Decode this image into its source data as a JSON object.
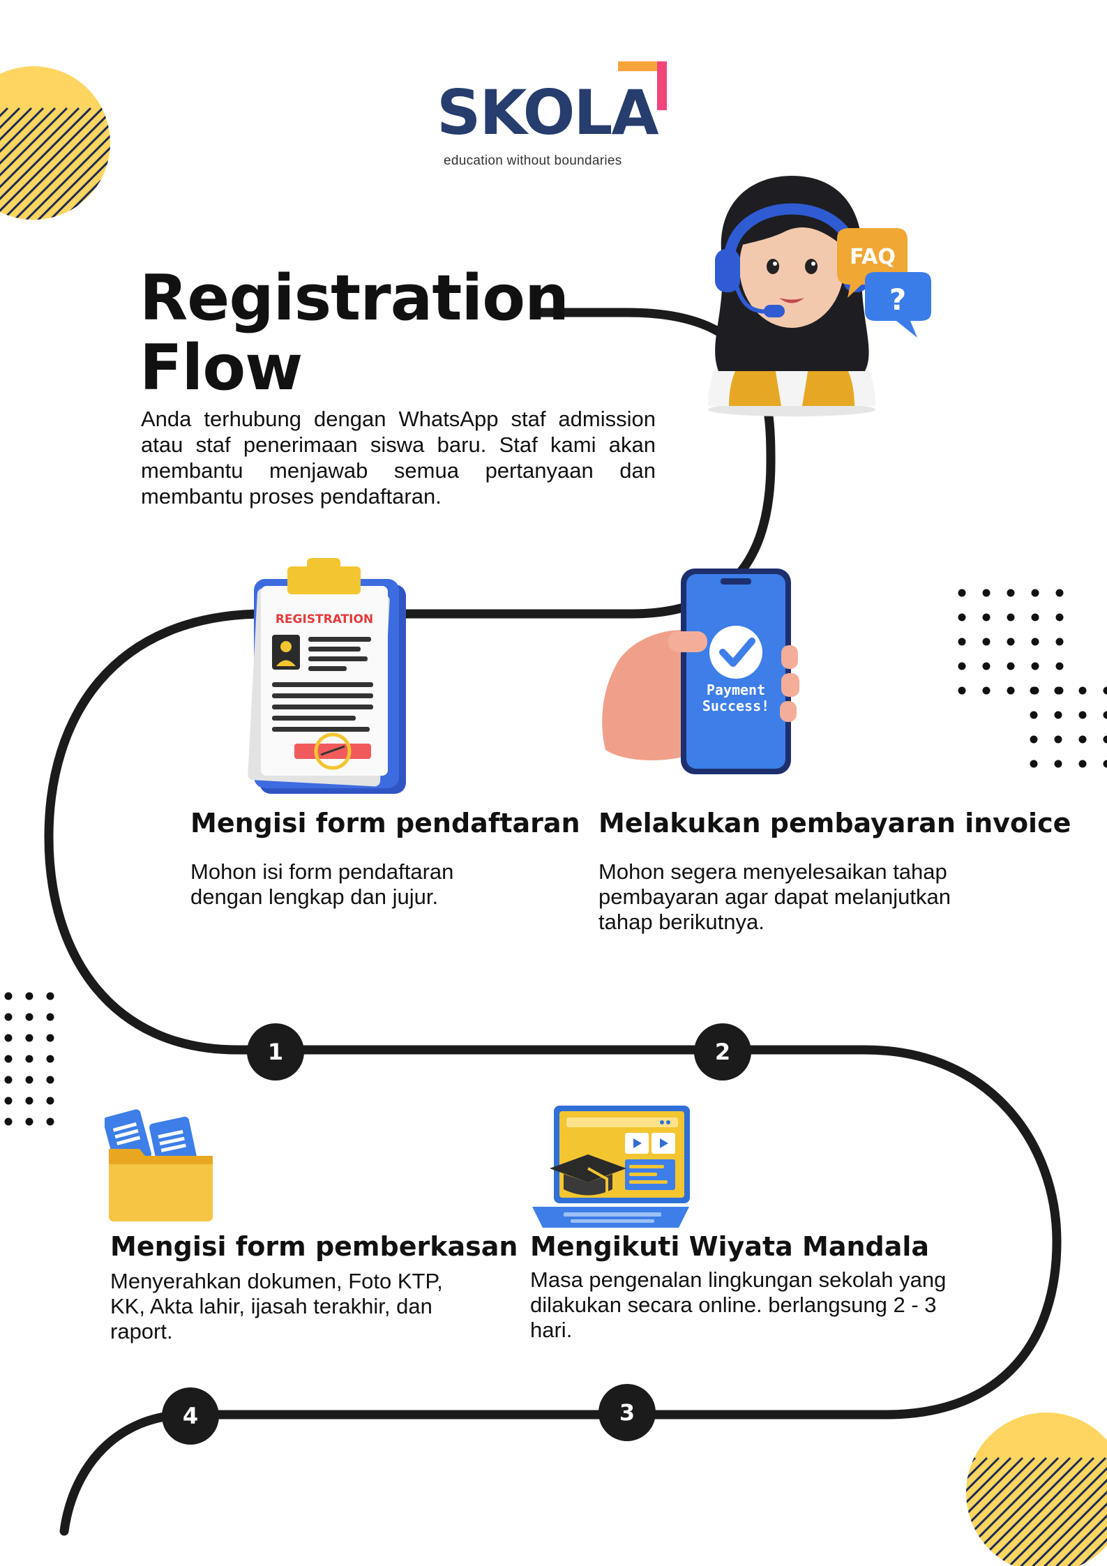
{
  "brand": {
    "name": "SKOLA",
    "tagline": "education without boundaries",
    "colors": {
      "navy": "#263d6e",
      "accent_pink": "#f0457a",
      "accent_orange": "#f7a53b"
    }
  },
  "title": {
    "line1": "Registration",
    "line2": "Flow"
  },
  "intro": "Anda terhubung dengan WhatsApp staf admission atau staf penerimaan siswa baru. Staf kami akan membantu menjawab semua pertanyaan dan membantu proses pendaftaran.",
  "illustrations": {
    "support_agent": {
      "icon": "customer-service-headset-icon",
      "faq_bubble": "FAQ",
      "question_bubble": "?"
    },
    "clipboard": {
      "icon": "registration-clipboard-icon",
      "label": "REGISTRATION"
    },
    "phone": {
      "icon": "payment-phone-icon",
      "line1": "Payment",
      "line2": "Success!"
    },
    "folder": {
      "icon": "document-folder-icon"
    },
    "laptop": {
      "icon": "graduation-laptop-icon"
    }
  },
  "steps": [
    {
      "number": "1",
      "title": "Mengisi form pendaftaran",
      "description": "Mohon isi form pendaftaran dengan lengkap dan jujur."
    },
    {
      "number": "2",
      "title": "Melakukan pembayaran invoice",
      "description": "Mohon segera menyelesaikan tahap pembayaran agar dapat melanjutkan tahap berikutnya."
    },
    {
      "number": "3",
      "title": "Mengikuti Wiyata Mandala",
      "description": "Masa pengenalan lingkungan sekolah yang dilakukan secara online. berlangsung 2 - 3 hari."
    },
    {
      "number": "4",
      "title": "Mengisi form pemberkasan",
      "description": "Menyerahkan dokumen, Foto KTP, KK, Akta lahir, ijasah terakhir, dan raport."
    }
  ],
  "decor": {
    "circle_color": "#fdd560",
    "hatch_color": "#1a2a55",
    "path_color": "#1b1b1b"
  }
}
